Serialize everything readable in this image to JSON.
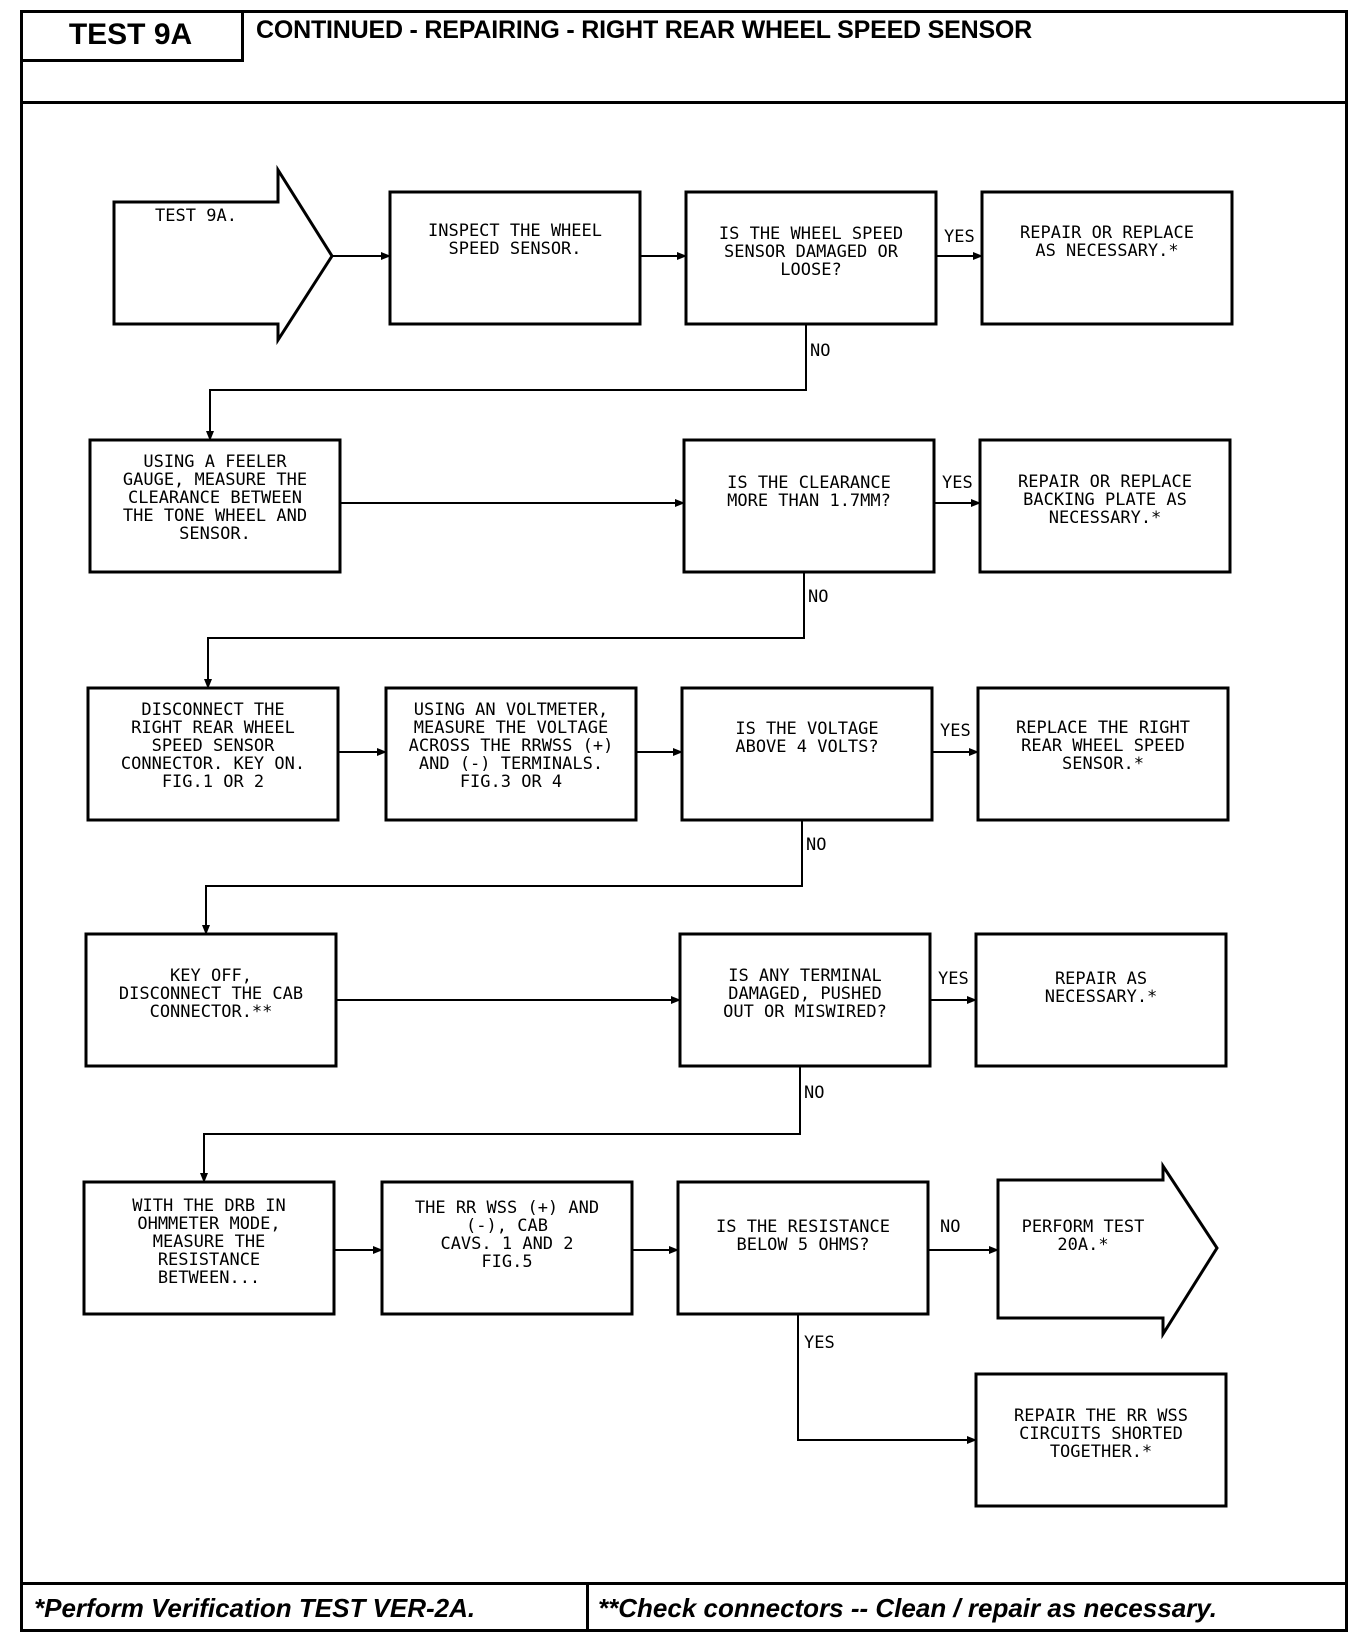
{
  "header": {
    "test_id": "TEST 9A",
    "title": "CONTINUED - REPAIRING - RIGHT REAR WHEEL SPEED SENSOR"
  },
  "flow": {
    "start": "TEST 9A.",
    "inspect": "INSPECT THE WHEEL\nSPEED SENSOR.",
    "q_damaged": "IS THE WHEEL SPEED\nSENSOR DAMAGED OR\nLOOSE?",
    "repair_1": "REPAIR OR REPLACE\nAS NECESSARY.*",
    "feeler": "USING A FEELER\nGAUGE, MEASURE THE\nCLEARANCE BETWEEN\nTHE TONE WHEEL AND\nSENSOR.",
    "q_clearance": "IS THE CLEARANCE\nMORE THAN 1.7MM?",
    "repair_2": "REPAIR OR REPLACE\nBACKING PLATE AS\nNECESSARY.*",
    "disconnect": "DISCONNECT THE\nRIGHT REAR WHEEL\nSPEED SENSOR\nCONNECTOR. KEY ON.\nFIG.1 OR 2",
    "voltmeter": "USING AN VOLTMETER,\nMEASURE THE VOLTAGE\nACROSS THE RRWSS (+)\nAND (-) TERMINALS.\nFIG.3 OR 4",
    "q_voltage": "IS THE VOLTAGE\nABOVE 4 VOLTS?",
    "replace_sensor": "REPLACE THE RIGHT\nREAR WHEEL SPEED\nSENSOR.*",
    "key_off": "KEY OFF,\nDISCONNECT THE CAB\nCONNECTOR.**",
    "q_terminal": "IS ANY TERMINAL\nDAMAGED, PUSHED\nOUT OR MISWIRED?",
    "repair_3": "REPAIR AS\nNECESSARY.*",
    "drb": "WITH THE DRB IN\nOHMMETER MODE,\nMEASURE THE\nRESISTANCE\nBETWEEN...",
    "cab_cavs": "THE RR WSS (+) AND\n(-), CAB\nCAVS. 1 AND 2\nFIG.5",
    "q_resistance": "IS THE RESISTANCE\nBELOW 5 OHMS?",
    "perform_20a": "PERFORM TEST\n20A.*",
    "repair_4": "REPAIR THE RR WSS\nCIRCUITS SHORTED\nTOGETHER.*",
    "yes": "YES",
    "no": "NO"
  },
  "footer": {
    "left": "*Perform Verification TEST VER-2A.",
    "right": "**Check connectors -- Clean / repair as necessary."
  }
}
